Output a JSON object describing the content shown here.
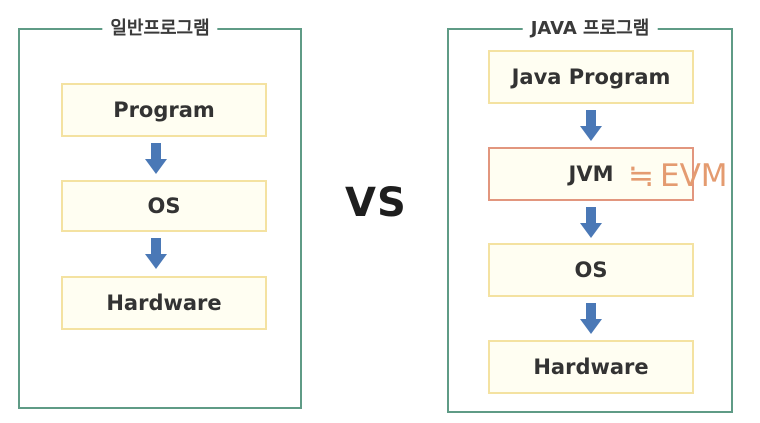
{
  "left_panel": {
    "title": "일반프로그램",
    "layers": [
      "Program",
      "OS",
      "Hardware"
    ]
  },
  "right_panel": {
    "title": "JAVA 프로그램",
    "layers": [
      "Java Program",
      "JVM",
      "OS",
      "Hardware"
    ]
  },
  "separator": "VS",
  "annotation": {
    "symbol": "≒",
    "text": "EVM"
  },
  "colors": {
    "panel_border": "#5f9b86",
    "box_border": "#f4e2a1",
    "box_fill": "#fffef2",
    "highlight_border": "#e2967e",
    "arrow": "#4a78b6",
    "annotation": "#e49b70"
  }
}
